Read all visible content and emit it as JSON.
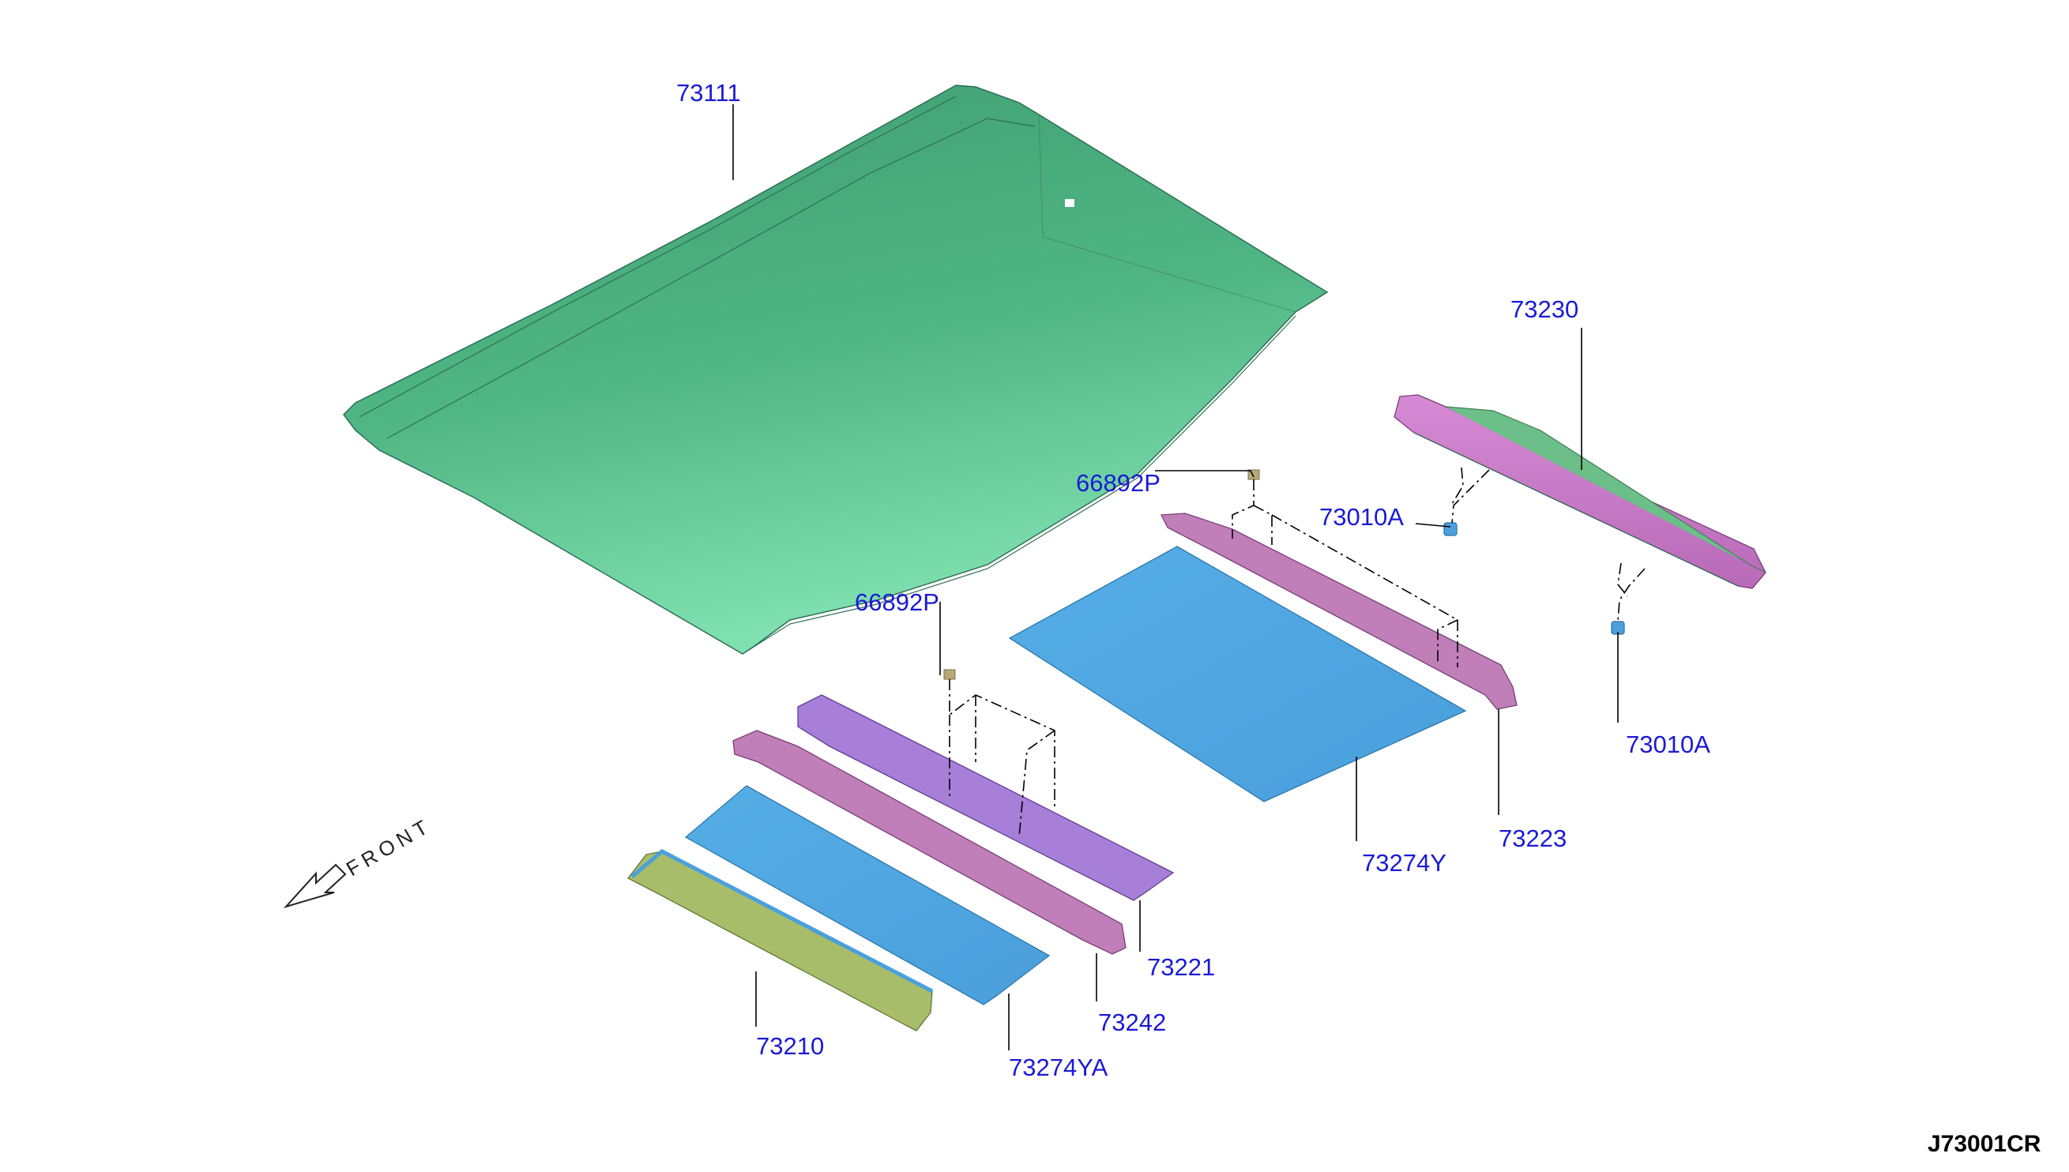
{
  "diagram": {
    "drawing_code": "J73001CR",
    "front_label": "FRONT",
    "parts": [
      {
        "id": "roof-panel",
        "number": "73111",
        "color": "#5cc595"
      },
      {
        "id": "rear-rail",
        "number": "73230",
        "color": "#c87cc8"
      },
      {
        "id": "rear-clip",
        "number": "73010A",
        "color": "#4aa0dd"
      },
      {
        "id": "rear-clip-2",
        "number": "73010A",
        "color": "#4aa0dd"
      },
      {
        "id": "rear-bow-clip",
        "number": "66892P",
        "color": "#b8a878"
      },
      {
        "id": "rear-bow",
        "number": "73223",
        "color": "#c07fb8"
      },
      {
        "id": "rear-pad",
        "number": "73274Y",
        "color": "#4fa8e2"
      },
      {
        "id": "front-bow-clip",
        "number": "66892P",
        "color": "#b8a878"
      },
      {
        "id": "center-bow",
        "number": "73221",
        "color": "#a77ed8"
      },
      {
        "id": "front-bow",
        "number": "73242",
        "color": "#c07fb8"
      },
      {
        "id": "front-pad",
        "number": "73274YA",
        "color": "#4fa8e2"
      },
      {
        "id": "front-rail",
        "number": "73210",
        "color": "#a8bd6a"
      }
    ]
  }
}
